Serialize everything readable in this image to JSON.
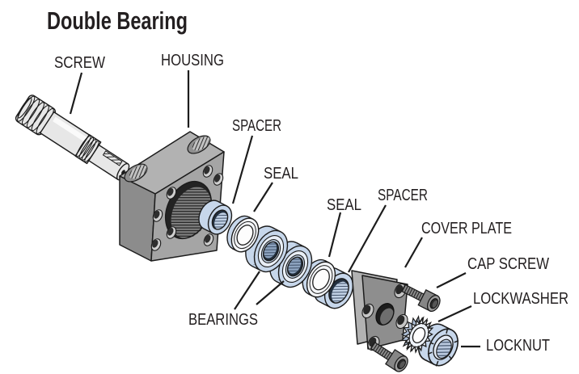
{
  "title": "Double Bearing",
  "labels": {
    "screw": "SCREW",
    "housing": "HOUSING",
    "spacer_left": "SPACER",
    "seal_left": "SEAL",
    "bearings": "BEARINGS",
    "seal_right": "SEAL",
    "spacer_right": "SPACER",
    "cover_plate": "COVER PLATE",
    "cap_screw": "CAP SCREW",
    "lockwasher": "LOCKWASHER",
    "locknut": "LOCKNUT"
  },
  "colors": {
    "background": "#ffffff",
    "part_blue": "#c7d7eb",
    "part_blue_shadow": "#9fb6d4",
    "metal_light": "#e7e7e7",
    "housing_front": "#a5a5a5",
    "housing_top": "#b2b2b2",
    "housing_side": "#8c8c8c",
    "plate_face": "#8e8e8e",
    "plate_side": "#b2b2b2",
    "outline": "#1c1c1c",
    "label_text": "#231f20"
  }
}
